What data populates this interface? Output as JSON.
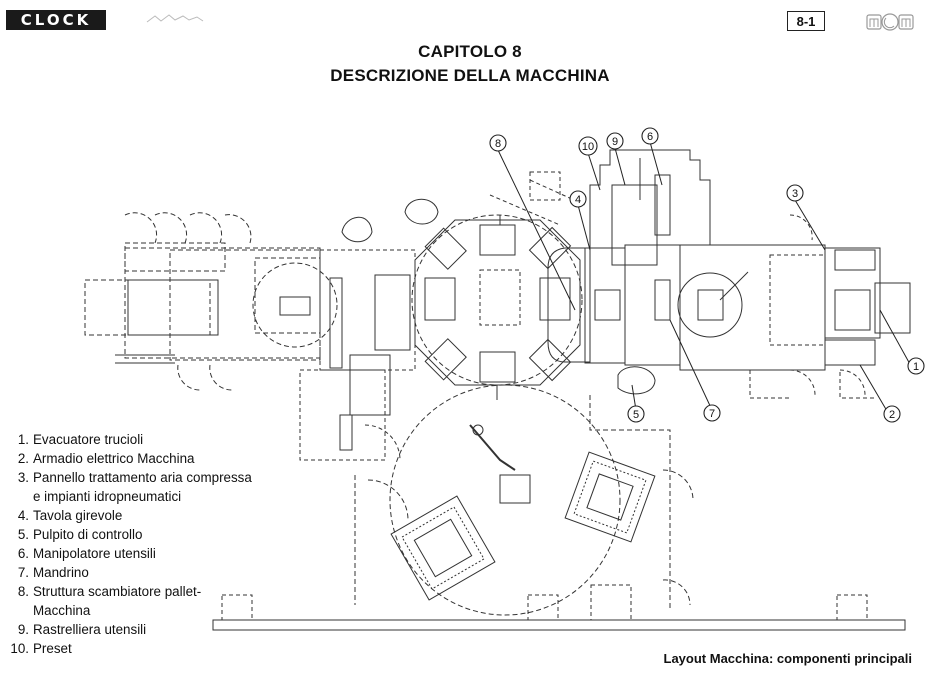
{
  "header": {
    "brand_logo": "CLOCK",
    "page_number": "8-1",
    "maker_logo": "mcm"
  },
  "title": {
    "line1": "CAPITOLO 8",
    "line2": "DESCRIZIONE DELLA MACCHINA"
  },
  "legend": [
    {
      "num": "1.",
      "text": "Evacuatore trucioli"
    },
    {
      "num": "2.",
      "text": "Armadio elettrico Macchina"
    },
    {
      "num": "3.",
      "text": "Pannello trattamento aria compressa",
      "cont": "e impianti idropneumatici"
    },
    {
      "num": "4.",
      "text": "Tavola girevole"
    },
    {
      "num": "5.",
      "text": "Pulpito di controllo"
    },
    {
      "num": "6.",
      "text": "Manipolatore utensili"
    },
    {
      "num": "7.",
      "text": "Mandrino"
    },
    {
      "num": "8.",
      "text": "Struttura scambiatore pallet-",
      "cont": "Macchina"
    },
    {
      "num": "9.",
      "text": "Rastrelliera utensili"
    },
    {
      "num": "10.",
      "text": "Preset"
    }
  ],
  "callouts": [
    "1",
    "2",
    "3",
    "4",
    "5",
    "6",
    "7",
    "8",
    "9",
    "10"
  ],
  "caption": "Layout Macchina: componenti principali"
}
